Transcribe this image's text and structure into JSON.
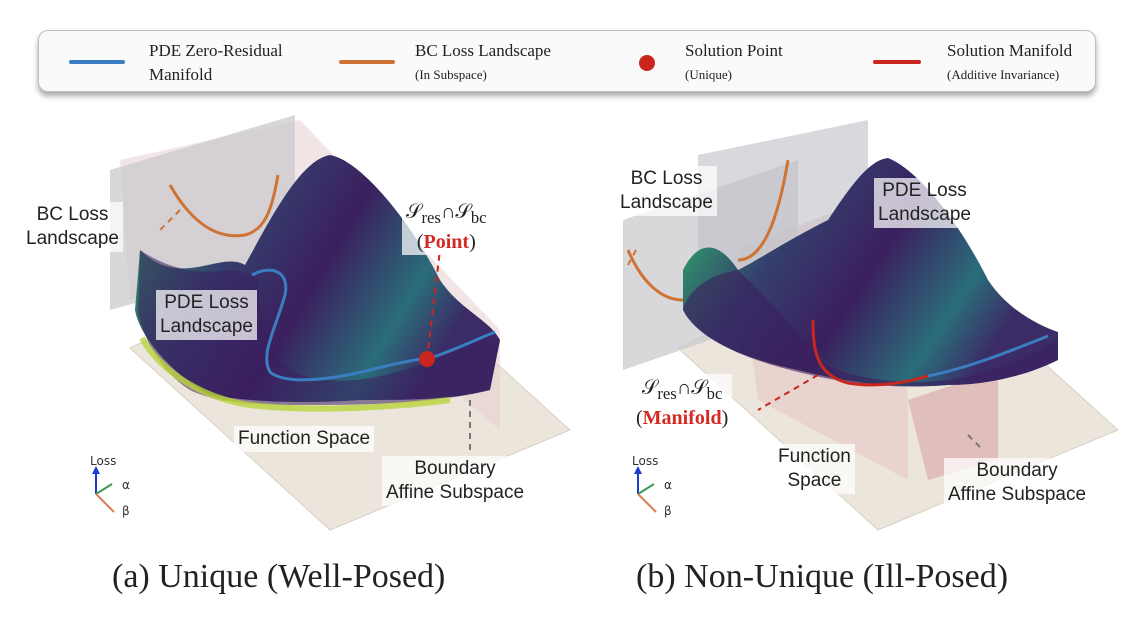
{
  "legend": {
    "items": [
      {
        "title": "PDE Zero-Residual",
        "title2": "Manifold",
        "subtitle": "",
        "color": "#3a7dc0",
        "kind": "line"
      },
      {
        "title": "BC Loss Landscape",
        "title2": "",
        "subtitle": "(In Subspace)",
        "color": "#cf7335",
        "kind": "line"
      },
      {
        "title": "Solution Point",
        "title2": "",
        "subtitle": "(Unique)",
        "color": "#c9261e",
        "kind": "dot"
      },
      {
        "title": "Solution Manifold",
        "title2": "",
        "subtitle": "(Additive Invariance)",
        "color": "#c9261e",
        "kind": "line"
      }
    ]
  },
  "panel_a": {
    "bc_label": [
      "BC Loss",
      "Landscape"
    ],
    "pde_label": [
      "PDE Loss",
      "Landscape"
    ],
    "intersection": {
      "s": "𝒮",
      "res": "res",
      "cap": "∩",
      "bc": "bc",
      "open": "(",
      "word": "Point",
      "close": ")"
    },
    "function_space": "Function Space",
    "boundary": [
      "Boundary",
      "Affine Subspace"
    ],
    "axes": {
      "loss": "Loss",
      "alpha": "α",
      "beta": "β"
    },
    "caption": "(a) Unique (Well-Posed)"
  },
  "panel_b": {
    "bc_label": [
      "BC Loss",
      "Landscape"
    ],
    "pde_label": [
      "PDE Loss",
      "Landscape"
    ],
    "intersection": {
      "s": "𝒮",
      "res": "res",
      "cap": "∩",
      "bc": "bc",
      "open": "(",
      "word": "Manifold",
      "close": ")"
    },
    "function_space": [
      "Function",
      "Space"
    ],
    "boundary": [
      "Boundary",
      "Affine Subspace"
    ],
    "axes": {
      "loss": "Loss",
      "alpha": "α",
      "beta": "β"
    },
    "caption": "(b) Non-Unique (Ill-Posed)"
  },
  "colors": {
    "pde_curve": "#3a7dc0",
    "bc_curve": "#cf7335",
    "solution": "#c9261e",
    "accent_text": "#d42a24"
  }
}
